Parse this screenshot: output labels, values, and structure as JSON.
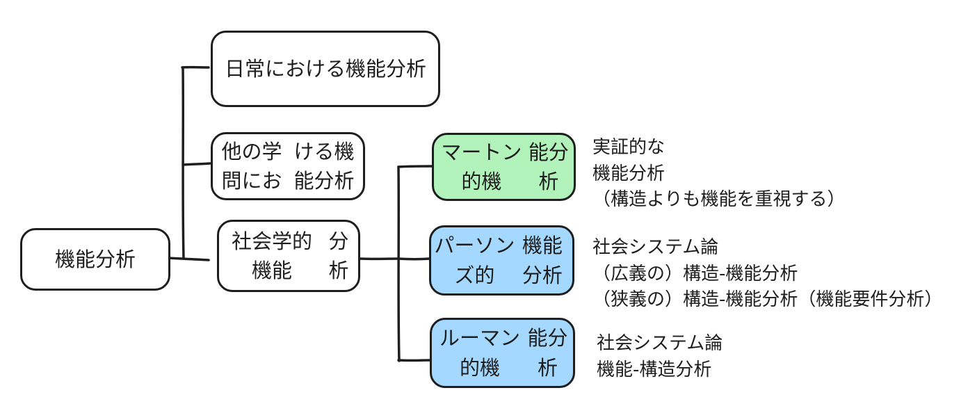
{
  "colors": {
    "stroke": "#1e1e1e",
    "green_fill": "#b2f2bb",
    "blue_fill": "#a5d8ff",
    "white_fill": "#ffffff"
  },
  "nodes": {
    "root": {
      "lines": [
        "機能分析"
      ]
    },
    "daily": {
      "lines": [
        "日常における機能分析"
      ]
    },
    "other": {
      "lines": [
        "他の学問にお",
        "ける機能分析"
      ]
    },
    "sociological": {
      "lines": [
        "社会学的機能",
        "分析"
      ]
    },
    "merton": {
      "lines": [
        "マートン的機",
        "能分析"
      ]
    },
    "parsons": {
      "lines": [
        "パーソンズ的",
        "機能分析"
      ]
    },
    "luhmann": {
      "lines": [
        "ルーマン的機",
        "能分析"
      ]
    }
  },
  "notes": {
    "merton": [
      "実証的な",
      "機能分析",
      "（構造よりも機能を重視する）"
    ],
    "parsons": [
      "社会システム論",
      "（広義の）構造-機能分析",
      "（狭義の）構造-機能分析（機能要件分析）"
    ],
    "luhmann": [
      "社会システム論",
      "機能-構造分析"
    ]
  }
}
